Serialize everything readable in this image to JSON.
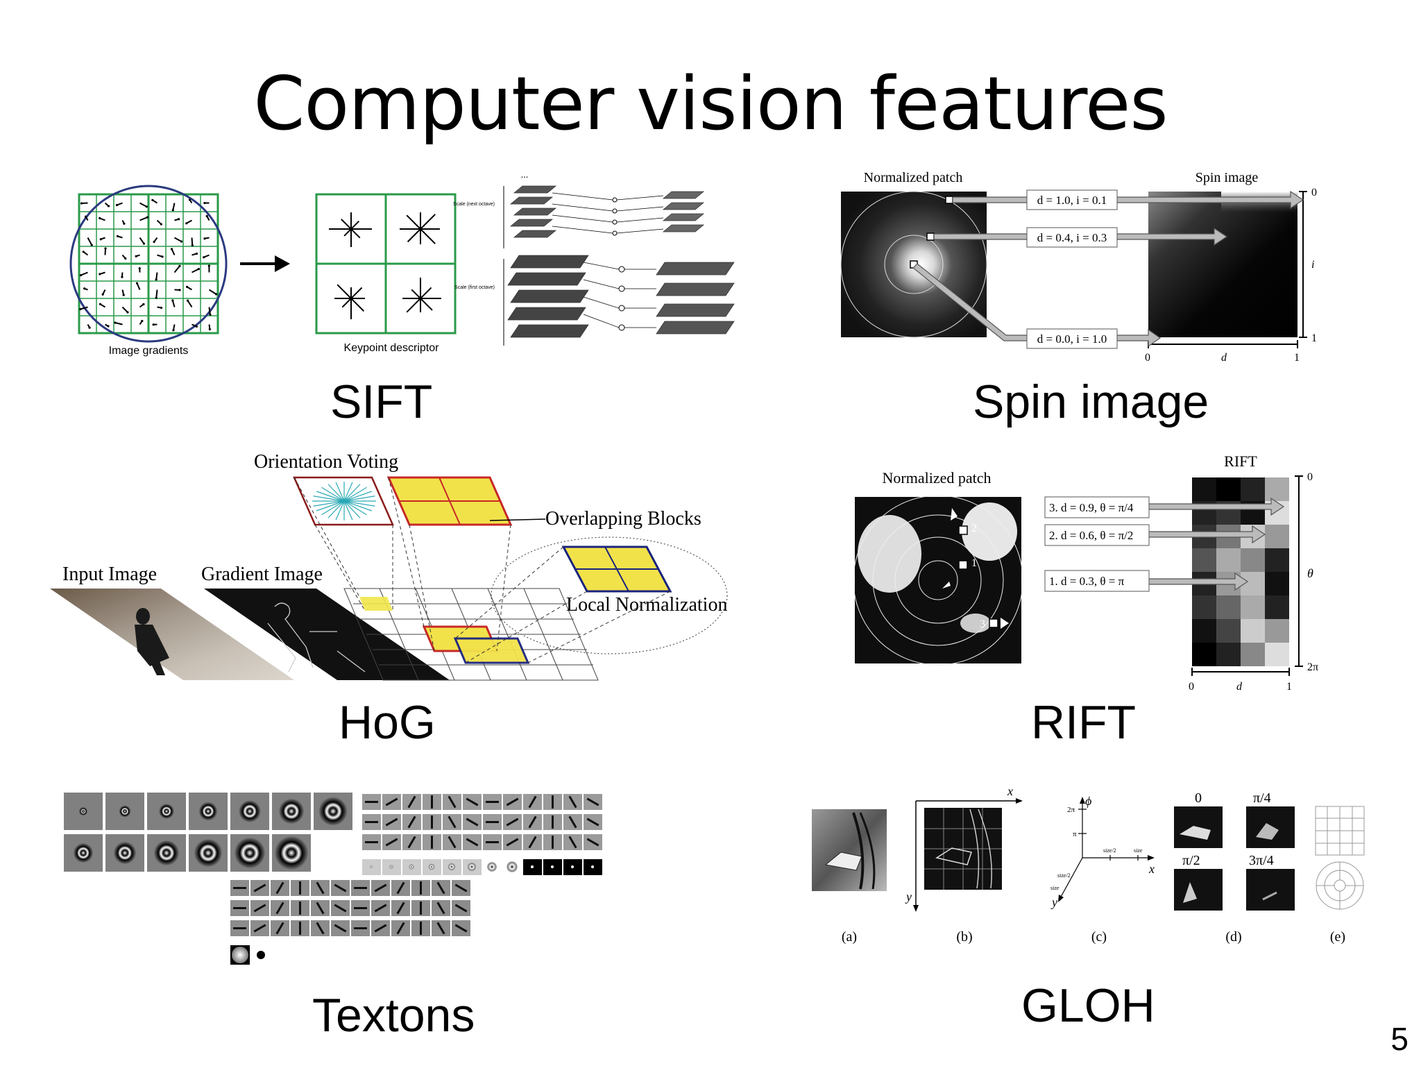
{
  "slide": {
    "title": "Computer vision features",
    "page_number": "5"
  },
  "sift": {
    "caption": "SIFT",
    "image_gradients_label": "Image gradients",
    "keypoint_descriptor_label": "Keypoint descriptor",
    "dots_label": "...",
    "scale_next_label": "Scale (next octave)",
    "scale_first_label": "Scale (first octave)"
  },
  "spin": {
    "caption": "Spin image",
    "patch_label": "Normalized patch",
    "image_label": "Spin image",
    "ann1": "d = 1.0, i = 0.1",
    "ann2": "d = 0.4, i = 0.3",
    "ann3": "d = 0.0, i = 1.0",
    "tick_0": "0",
    "tick_1": "1",
    "axis_i": "i",
    "axis_d": "d"
  },
  "hog": {
    "caption": "HoG",
    "orientation_voting": "Orientation Voting",
    "overlapping_blocks": "Overlapping Blocks",
    "input_image": "Input Image",
    "gradient_image": "Gradient Image",
    "local_normalization": "Local Normalization"
  },
  "rift": {
    "caption": "RIFT",
    "patch_label": "Normalized patch",
    "label": "RIFT",
    "ann1": "3. d = 0.9,  θ = π/4",
    "ann2": "2. d = 0.6,  θ = π/2",
    "ann3": "1. d = 0.3,  θ = π",
    "tick_0": "0",
    "tick_2pi": "2π",
    "axis_theta": "θ",
    "axis_d": "d",
    "tick_1": "1",
    "pt1": "1",
    "pt2": "2",
    "pt3": "3"
  },
  "textons": {
    "caption": "Textons"
  },
  "gloh": {
    "caption": "GLOH",
    "label_a": "(a)",
    "label_b": "(b)",
    "label_c": "(c)",
    "label_d": "(d)",
    "label_e": "(e)",
    "axis_x": "x",
    "axis_y": "y",
    "axis_phi": "ϕ",
    "orient_0": "0",
    "orient_pi4": "π/4",
    "orient_pi2": "π/2",
    "orient_3pi4": "3π/4",
    "c_2pi": "2π",
    "c_pi": "π",
    "c_size": "size",
    "c_size2": "size/2"
  }
}
